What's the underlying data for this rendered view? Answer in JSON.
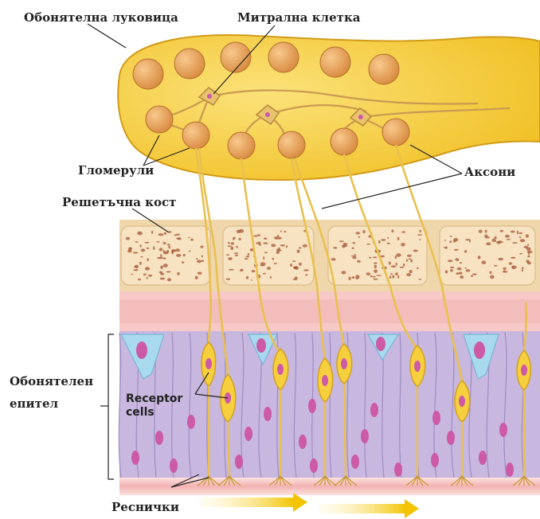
{
  "labels": {
    "olfactory_bulb": "Обонятелна луковица",
    "mitral_cell": "Митрална клетка",
    "glomeruli": "Гломерули",
    "axons": "Аксони",
    "cribriform_bone": "Решетъчна кост",
    "olfactory_epithelium_line1": "Обонятелен",
    "olfactory_epithelium_line2": "епител",
    "receptor_cells_line1": "Receptor",
    "receptor_cells_line2": "cells",
    "cilia": "Реснички"
  },
  "colors": {
    "bulb": "#f5c832",
    "bulb_outline": "#d29b18",
    "glomerulus": "#e8a35e",
    "bone": "#f4dcb6",
    "bone_pore": "#a65a3a",
    "connective": "#f4c4c2",
    "epithelium": "#c7b6dd",
    "support_cell": "#b3a2cf",
    "nucleus": "#cc5aa6",
    "basal_cell": "#a9d9ef",
    "receptor_cell": "#f6cf3e",
    "axon": "#e9c04f",
    "mucus_arrow": "#f7d64a"
  }
}
